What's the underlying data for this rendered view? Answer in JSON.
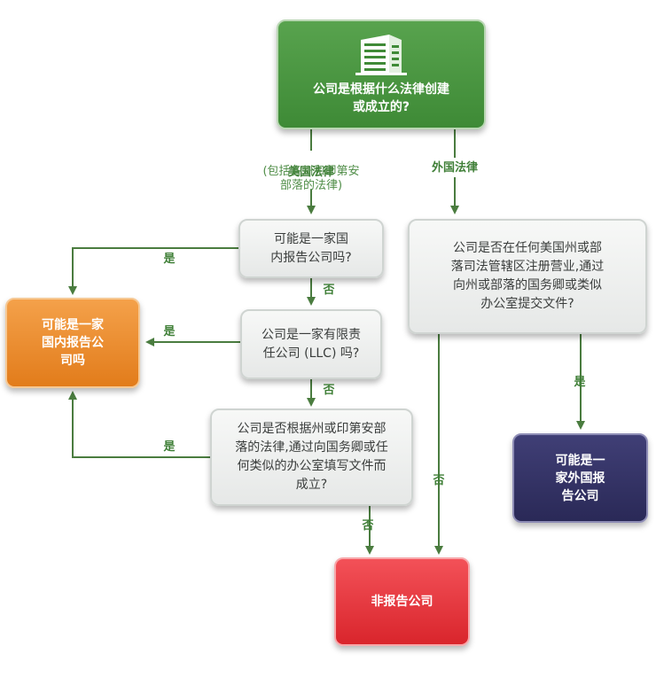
{
  "colors": {
    "green": "#4a9642",
    "arrow": "#4a7c3f",
    "orange": "#e8861f",
    "purple": "#302f62",
    "red": "#e2363c",
    "question_bg": "#eef0ef"
  },
  "icons": {
    "top": "building-icon"
  },
  "nodes": {
    "start": "公司是根据什么法律创建\n或成立的?",
    "q1": "可能是一家国\n内报告公司吗?",
    "q2": "公司是一家有限责\n任公司 (LLC) 吗?",
    "q3": "公司是否根据州或印第安部\n落的法律,通过向国务卿或任\n何类似的办公室填写文件而\n成立?",
    "q4": "公司是否在任何美国州或部\n落司法管辖区注册营业,通过\n向州或部落的国务卿或类似\n办公室提交文件?",
    "domestic": "可能是一家\n国内报告公\n司吗",
    "foreign": "可能是一\n家外国报\n告公司",
    "nonreporting": "非报告公司"
  },
  "labels": {
    "us_law": "美国法律",
    "us_law_note": "(包括各州和印第安\n部落的法律)",
    "foreign_law": "外国法律",
    "yes": "是",
    "no": "否"
  }
}
